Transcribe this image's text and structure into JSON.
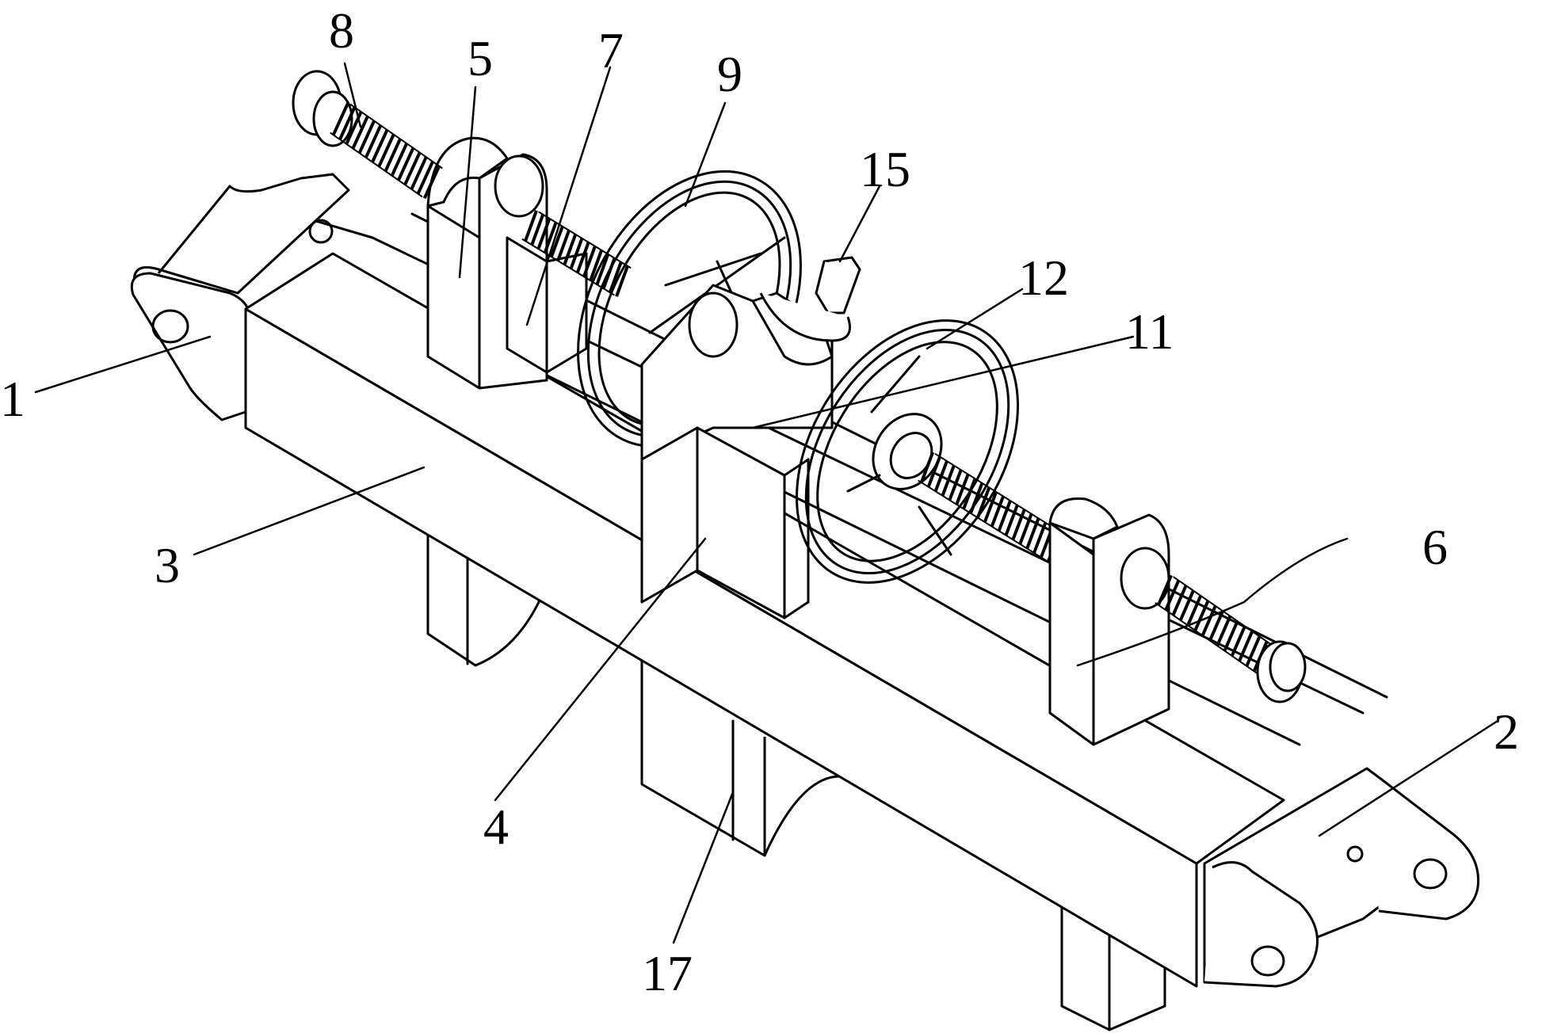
{
  "figure": {
    "callouts": [
      {
        "text": "1"
      },
      {
        "text": "2"
      },
      {
        "text": "3"
      },
      {
        "text": "4"
      },
      {
        "text": "5"
      },
      {
        "text": "6"
      },
      {
        "text": "7"
      },
      {
        "text": "8"
      },
      {
        "text": "9"
      },
      {
        "text": "11"
      },
      {
        "text": "12"
      },
      {
        "text": "15"
      },
      {
        "text": "17"
      }
    ]
  }
}
